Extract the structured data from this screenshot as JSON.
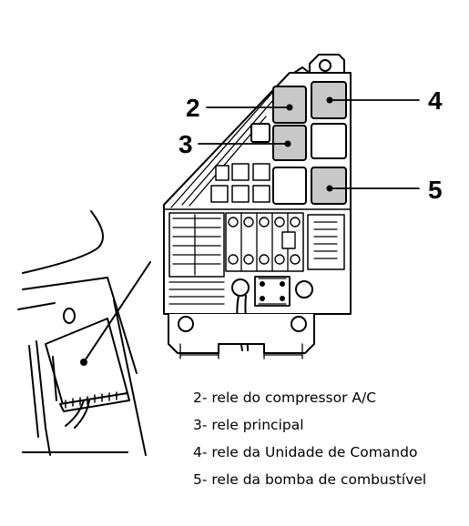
{
  "callouts": [
    {
      "id": "2",
      "label": "2"
    },
    {
      "id": "3",
      "label": "3"
    },
    {
      "id": "4",
      "label": "4"
    },
    {
      "id": "5",
      "label": "5"
    }
  ],
  "legend": [
    "2- rele do compressor A/C",
    "3- rele principal",
    "4- rele da Unidade de Comando",
    "5- rele da bomba de combustível"
  ],
  "colors": {
    "relay_fill": "#c8c8c8",
    "line": "#000000",
    "background": "#ffffff"
  }
}
